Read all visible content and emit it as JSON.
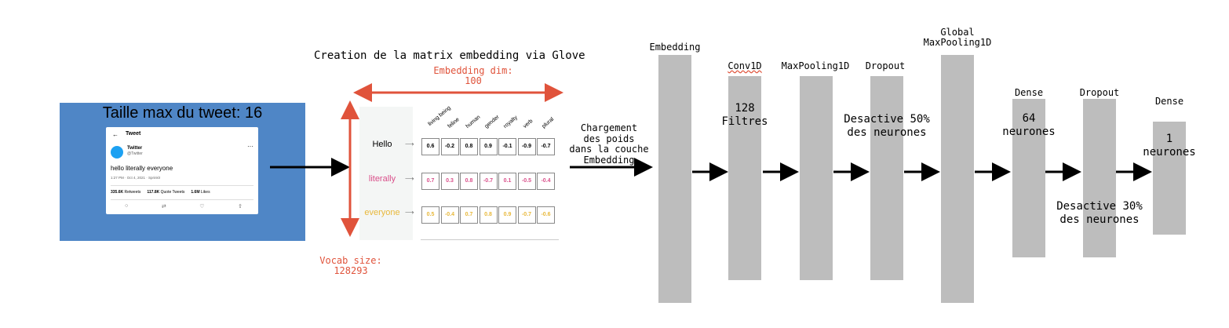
{
  "tweet_panel": {
    "title": "Taille max du tweet: 16",
    "tweet_header": "Tweet",
    "account_name": "Twitter",
    "account_handle": "@Twitter",
    "tweet_text": "hello literally everyone",
    "tweet_meta": "1:27 PM · Oct 4, 2021 · Sprinklr",
    "stats": [
      {
        "value": "335.6K",
        "label": "Retweets"
      },
      {
        "value": "117.8K",
        "label": "Quote Tweets"
      },
      {
        "value": "1.6M",
        "label": "Likes"
      }
    ]
  },
  "embedding_matrix": {
    "title": "Creation de la matrix embedding via Glove",
    "dim_label": "Embedding dim:\n100",
    "vocab_label": "Vocab size:\n128293",
    "columns": [
      "living being",
      "feline",
      "human",
      "gender",
      "royalty",
      "verb",
      "plural"
    ],
    "rows": [
      {
        "word": "Hello",
        "color": "#000000",
        "values": [
          "0.6",
          "-0.2",
          "0.8",
          "0.9",
          "-0.1",
          "-0.9",
          "-0.7"
        ]
      },
      {
        "word": "literally",
        "color": "#d94f8a",
        "values": [
          "0.7",
          "0.3",
          "0.8",
          "-0.7",
          "0.1",
          "-0.5",
          "-0.4"
        ]
      },
      {
        "word": "everyone",
        "color": "#e8b83a",
        "values": [
          "0.5",
          "-0.4",
          "0.7",
          "0.8",
          "0.9",
          "-0.7",
          "-0.6"
        ]
      }
    ]
  },
  "transfer_label": "Chargement\ndes poids\ndans la couche\nEmbedding",
  "layers": [
    {
      "name": "Embedding",
      "text": ""
    },
    {
      "name": "Conv1D",
      "text": "128\nFiltres"
    },
    {
      "name": "MaxPooling1D",
      "text": ""
    },
    {
      "name": "Dropout",
      "text": "Desactive 50%\ndes neurones"
    },
    {
      "name": "Global\nMaxPooling1D",
      "text": ""
    },
    {
      "name": "Dense",
      "text": "64\nneurones"
    },
    {
      "name": "Dropout",
      "text": "Desactive 30%\ndes neurones"
    },
    {
      "name": "Dense",
      "text": "1\nneurones"
    }
  ],
  "colors": {
    "accent_red": "#e0533b",
    "panel_blue": "#4f86c6",
    "block_gray": "#bdbdbd"
  }
}
